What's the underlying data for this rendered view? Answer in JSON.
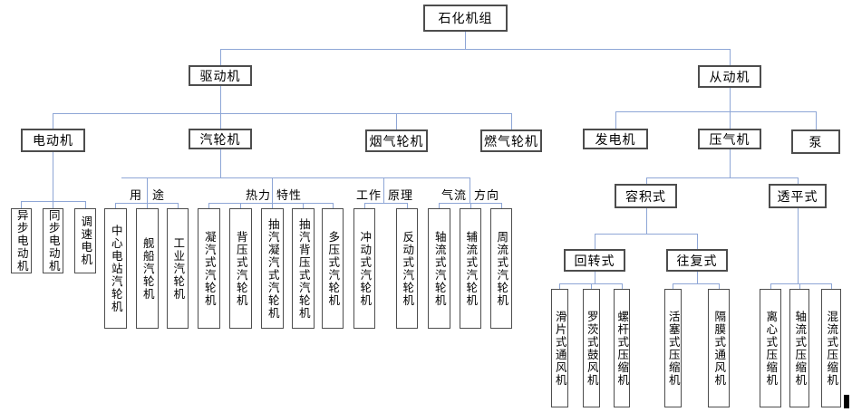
{
  "nodes": {
    "root": "石化机组",
    "driver": "驱动机",
    "driven": "从动机",
    "motor": "电动机",
    "steam_turbine": "汽轮机",
    "flue_gas_turbine": "烟气轮机",
    "gas_turbine": "燃气轮机",
    "generator": "发电机",
    "compressor": "压气机",
    "pump": "泵",
    "volumetric": "容积式",
    "turbo": "透平式",
    "rotary": "回转式",
    "reciprocating": "往复式",
    "async_motor": "异步电动机",
    "sync_motor": "同步电动机",
    "speed_motor": "调速电机",
    "central_station_turbine": "中心电站汽轮机",
    "marine_turbine": "舰船汽轮机",
    "industrial_turbine": "工业汽轮机",
    "condensing_turbine": "凝汽式汽轮机",
    "back_pressure_turbine": "背压式汽轮机",
    "extraction_condensing_turbine": "抽汽凝汽式汽轮机",
    "extraction_back_pressure_turbine": "抽汽背压式汽轮机",
    "multi_pressure_turbine": "多压式汽轮机",
    "impulse_turbine": "冲动式汽轮机",
    "reaction_turbine": "反动式汽轮机",
    "axial_flow_turbine": "轴流式汽轮机",
    "radial_flow_turbine": "辅流式汽轮机",
    "peripheral_flow_turbine": "周流式汽轮机",
    "sliding_vane_fan": "滑片式通风机",
    "roots_blower": "罗茨式鼓风机",
    "screw_compressor": "螺杆式压缩机",
    "piston_compressor": "活塞式压缩机",
    "diaphragm_fan": "隔膜式通风机",
    "centrifugal_compressor": "离心式压缩机",
    "axial_flow_compressor": "轴流式压缩机",
    "mixed_flow_compressor": "混流式压缩机"
  },
  "branch_labels": {
    "usage": {
      "left": "用",
      "right": "途"
    },
    "thermal": {
      "left": "热力",
      "right": "特性"
    },
    "principle": {
      "left": "工作",
      "right": "原理"
    },
    "airflow": {
      "left": "气流",
      "right": "方向"
    }
  },
  "colors": {
    "connector": "#8ea6d6",
    "box_border": "#4d4d4d",
    "text": "#000000",
    "background": "#ffffff"
  }
}
